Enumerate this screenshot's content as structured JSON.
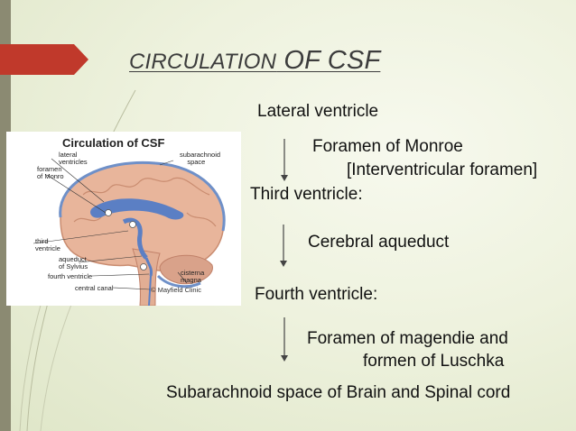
{
  "slide": {
    "title_part1": "CIRCULATION",
    "title_part2": " OF CSF",
    "accent_color": "#c0392b"
  },
  "flow": {
    "lateral_ventricle": "Lateral ventricle",
    "foramen_monroe": "Foramen of Monroe",
    "interventricular": "[Interventricular foramen]",
    "third_ventricle": "Third ventricle:",
    "cerebral_aqueduct": "Cerebral aqueduct",
    "fourth_ventricle": "Fourth ventricle:",
    "magendie_line1": "Foramen of magendie and",
    "magendie_line2": "formen of Luschka",
    "subarachnoid": "Subarachnoid space of Brain and Spinal cord"
  },
  "figure": {
    "title": "Circulation of CSF",
    "labels": {
      "lateral": "lateral\nventricles",
      "foramen": "foramen\nof Monro",
      "third": "third\nventricle",
      "aqueduct": "aqueduct\nof Sylvius",
      "fourth": "fourth ventricle",
      "central": "central canal",
      "subarachnoid": "subarachnoid\nspace",
      "cisterna": "cisterna\nmagna",
      "copyright": "© Mayfield Clinic"
    }
  }
}
